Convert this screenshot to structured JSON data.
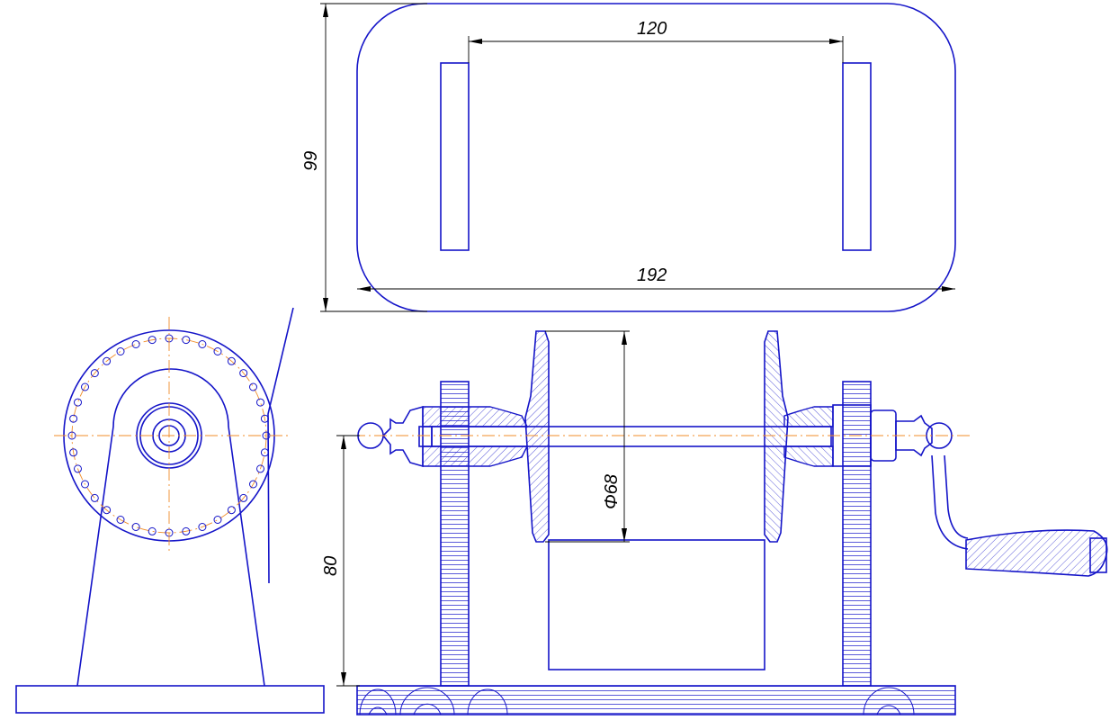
{
  "dimensions": {
    "top_width_inner": "120",
    "top_width_outer": "192",
    "top_height": "99",
    "bobbin_diameter": "Φ68",
    "axle_height": "80"
  },
  "colors": {
    "outline": "#1414c8",
    "centerline": "#f08c28",
    "dimension": "#000000"
  }
}
